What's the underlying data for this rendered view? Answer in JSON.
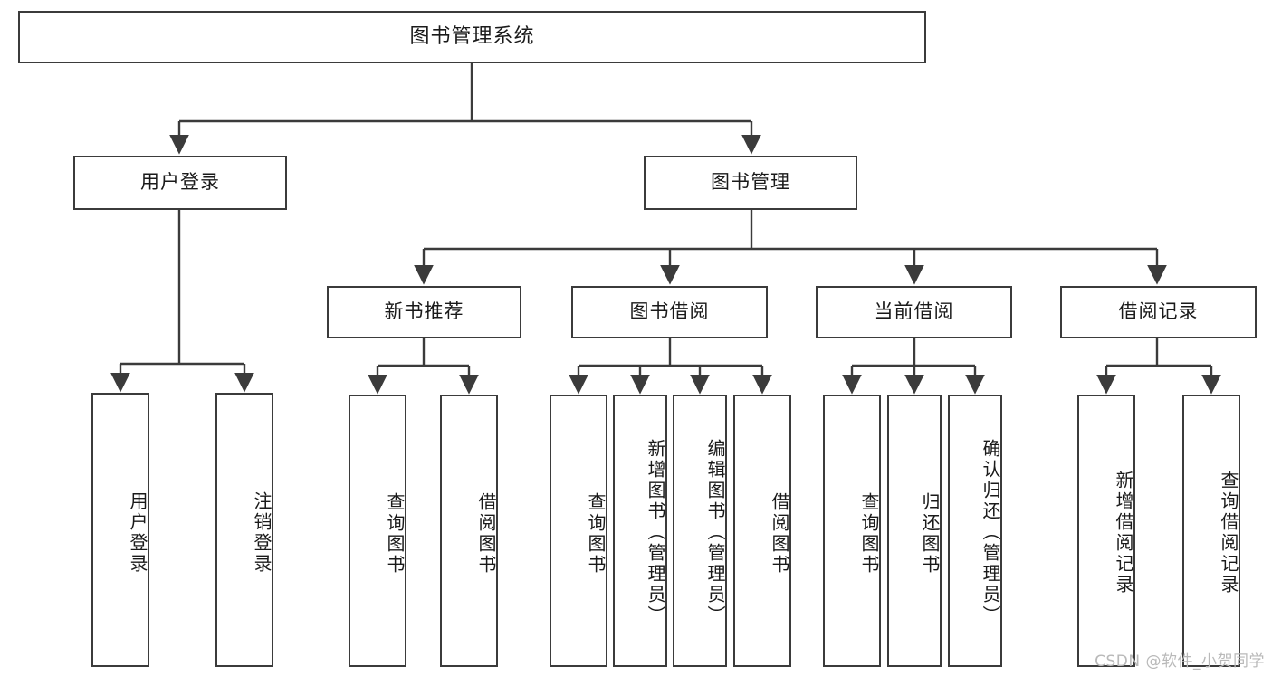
{
  "diagram": {
    "type": "tree",
    "title": "图书管理系统",
    "watermark": "CSDN @软件_小贺同学",
    "edge_color": "#3b3b3b",
    "box_border_color": "#3b3b3b",
    "background_color": "#ffffff",
    "text_color": "#1a1a1a",
    "root": {
      "id": "root",
      "label": "图书管理系统",
      "orientation": "horizontal"
    },
    "level2": [
      {
        "id": "user-login",
        "label": "用户登录",
        "orientation": "horizontal"
      },
      {
        "id": "book-manage",
        "label": "图书管理",
        "orientation": "horizontal"
      }
    ],
    "level3": [
      {
        "id": "new-book-recommend",
        "label": "新书推荐",
        "orientation": "horizontal",
        "parent": "book-manage"
      },
      {
        "id": "book-borrow",
        "label": "图书借阅",
        "orientation": "horizontal",
        "parent": "book-manage"
      },
      {
        "id": "current-borrow",
        "label": "当前借阅",
        "orientation": "horizontal",
        "parent": "book-manage"
      },
      {
        "id": "borrow-record",
        "label": "借阅记录",
        "orientation": "horizontal",
        "parent": "book-manage"
      }
    ],
    "leaves": [
      {
        "id": "leaf-user-login",
        "label": "用户登录",
        "parent": "user-login",
        "orientation": "vertical"
      },
      {
        "id": "leaf-logout-login",
        "label": "注销登录",
        "parent": "user-login",
        "orientation": "vertical"
      },
      {
        "id": "leaf-query-book-1",
        "label": "查询图书",
        "parent": "new-book-recommend",
        "orientation": "vertical"
      },
      {
        "id": "leaf-borrow-book-1",
        "label": "借阅图书",
        "parent": "new-book-recommend",
        "orientation": "vertical"
      },
      {
        "id": "leaf-query-book-2",
        "label": "查询图书",
        "parent": "book-borrow",
        "orientation": "vertical"
      },
      {
        "id": "leaf-add-book",
        "label": "新增图书（管理员）",
        "parent": "book-borrow",
        "orientation": "vertical"
      },
      {
        "id": "leaf-edit-book",
        "label": "编辑图书（管理员）",
        "parent": "book-borrow",
        "orientation": "vertical"
      },
      {
        "id": "leaf-borrow-book-2",
        "label": "借阅图书",
        "parent": "book-borrow",
        "orientation": "vertical"
      },
      {
        "id": "leaf-query-book-3",
        "label": "查询图书",
        "parent": "current-borrow",
        "orientation": "vertical"
      },
      {
        "id": "leaf-return-book",
        "label": "归还图书",
        "parent": "current-borrow",
        "orientation": "vertical"
      },
      {
        "id": "leaf-confirm-return",
        "label": "确认归还（管理员）",
        "parent": "current-borrow",
        "orientation": "vertical"
      },
      {
        "id": "leaf-add-record",
        "label": "新增借阅记录",
        "parent": "borrow-record",
        "orientation": "vertical"
      },
      {
        "id": "leaf-query-record",
        "label": "查询借阅记录",
        "parent": "borrow-record",
        "orientation": "vertical"
      }
    ]
  }
}
